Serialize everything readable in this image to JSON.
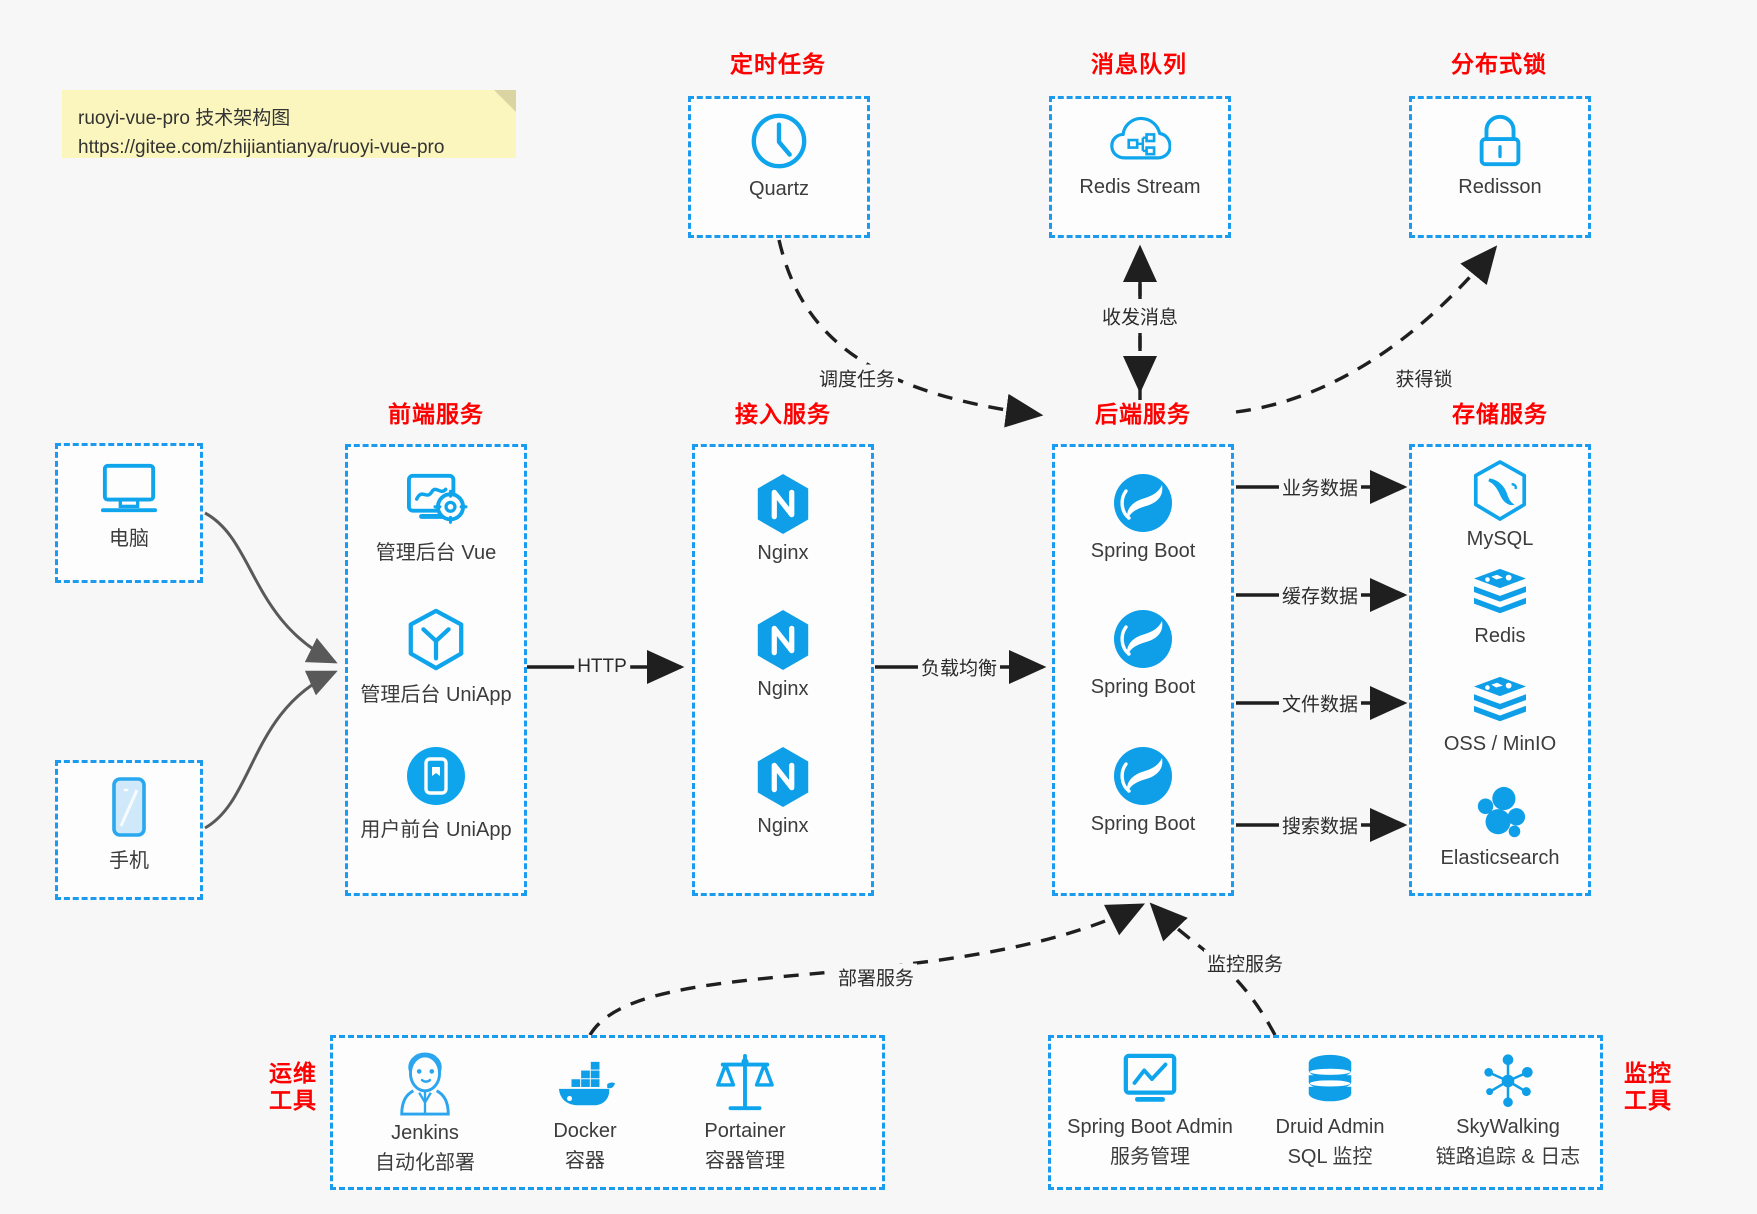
{
  "note": {
    "line1": "ruoyi-vue-pro 技术架构图",
    "line2": "https://gitee.com/zhijiantianya/ruoyi-vue-pro"
  },
  "groups": {
    "scheduler": {
      "title": "定时任务"
    },
    "mq": {
      "title": "消息队列"
    },
    "lock": {
      "title": "分布式锁"
    },
    "frontend": {
      "title": "前端服务"
    },
    "gateway": {
      "title": "接入服务"
    },
    "backend": {
      "title": "后端服务"
    },
    "storage": {
      "title": "存储服务"
    },
    "devops": {
      "title_line1": "运维",
      "title_line2": "工具"
    },
    "monitor": {
      "title_line1": "监控",
      "title_line2": "工具"
    }
  },
  "nodes": {
    "quartz": {
      "label": "Quartz",
      "icon": "clock-icon"
    },
    "redis_stream": {
      "label": "Redis Stream",
      "icon": "cloud-stream-icon"
    },
    "redisson": {
      "label": "Redisson",
      "icon": "lock-icon"
    },
    "pc": {
      "label": "电脑",
      "icon": "monitor-icon"
    },
    "phone": {
      "label": "手机",
      "icon": "phone-icon"
    },
    "admin_vue": {
      "label": "管理后台 Vue",
      "icon": "dashboard-gear-icon"
    },
    "admin_uniapp": {
      "label": "管理后台 UniApp",
      "icon": "uniapp-cube-icon"
    },
    "user_uniapp": {
      "label": "用户前台 UniApp",
      "icon": "mobile-app-icon"
    },
    "nginx1": {
      "label": "Nginx",
      "icon": "nginx-icon"
    },
    "nginx2": {
      "label": "Nginx",
      "icon": "nginx-icon"
    },
    "nginx3": {
      "label": "Nginx",
      "icon": "nginx-icon"
    },
    "springboot1": {
      "label": "Spring Boot",
      "icon": "spring-leaf-icon"
    },
    "springboot2": {
      "label": "Spring Boot",
      "icon": "spring-leaf-icon"
    },
    "springboot3": {
      "label": "Spring Boot",
      "icon": "spring-leaf-icon"
    },
    "mysql": {
      "label": "MySQL",
      "icon": "mysql-dolphin-icon"
    },
    "redis": {
      "label": "Redis",
      "icon": "redis-stack-icon"
    },
    "oss": {
      "label": "OSS / MinIO",
      "icon": "redis-stack-icon"
    },
    "elasticsearch": {
      "label": "Elasticsearch",
      "icon": "elasticsearch-icon"
    },
    "jenkins": {
      "label": "Jenkins",
      "sub": "自动化部署",
      "icon": "jenkins-butler-icon"
    },
    "docker": {
      "label": "Docker",
      "sub": "容器",
      "icon": "docker-whale-icon"
    },
    "portainer": {
      "label": "Portainer",
      "sub": "容器管理",
      "icon": "scales-icon"
    },
    "sba": {
      "label": "Spring Boot Admin",
      "sub": "服务管理",
      "icon": "monitor-chart-icon"
    },
    "druid": {
      "label": "Druid Admin",
      "sub": "SQL 监控",
      "icon": "database-icon"
    },
    "skywalking": {
      "label": "SkyWalking",
      "sub": "链路追踪 & 日志",
      "icon": "skywalking-node-icon"
    }
  },
  "edges": [
    {
      "id": "e-schedule",
      "label": "调度任务"
    },
    {
      "id": "e-mq",
      "label": "收发消息"
    },
    {
      "id": "e-lock",
      "label": "获得锁"
    },
    {
      "id": "e-http",
      "label": "HTTP"
    },
    {
      "id": "e-lb",
      "label": "负载均衡"
    },
    {
      "id": "e-biz",
      "label": "业务数据"
    },
    {
      "id": "e-cache",
      "label": "缓存数据"
    },
    {
      "id": "e-file",
      "label": "文件数据"
    },
    {
      "id": "e-search",
      "label": "搜索数据"
    },
    {
      "id": "e-deploy",
      "label": "部署服务"
    },
    {
      "id": "e-monitor",
      "label": "监控服务"
    }
  ],
  "colors": {
    "accent_blue": "#1a9bf0",
    "title_red": "#ff0000",
    "background": "#f7f7f7",
    "note_yellow": "#fbf6bd",
    "edge_dark": "#2b2b2b",
    "curve_gray": "#595959"
  }
}
